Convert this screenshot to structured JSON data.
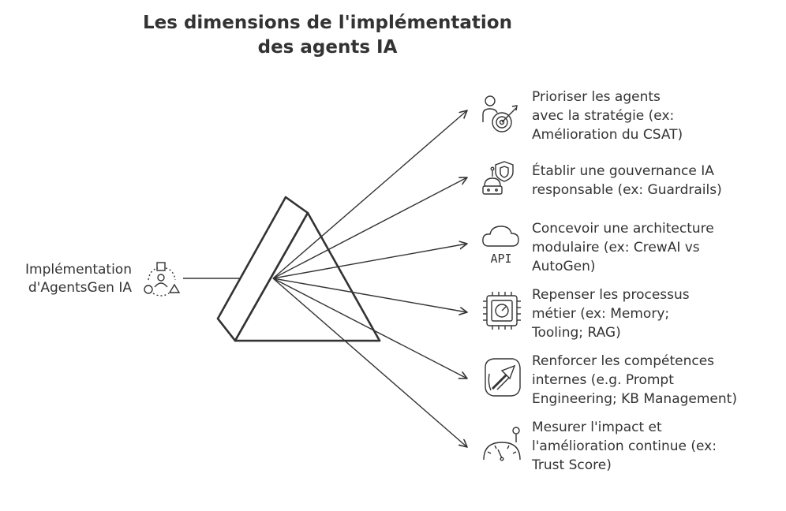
{
  "title": {
    "line1": "Les dimensions de l'implémentation",
    "line2": "des agents IA"
  },
  "source": {
    "line1": "Implémentation",
    "line2": "d'AgentsGen  IA",
    "icon": "shapes-people-icon"
  },
  "outputs": [
    {
      "icon": "person-target-icon",
      "lines": [
        "Prioriser les agents",
        "avec la stratégie (ex:",
        "Amélioration du CSAT)"
      ]
    },
    {
      "icon": "shield-robot-icon",
      "lines": [
        "Établir une gouvernance IA",
        "responsable (ex: Guardrails)"
      ]
    },
    {
      "icon": "cloud-api-icon",
      "icon_text": "API",
      "lines": [
        "Concevoir une architecture",
        "modulaire (ex: CrewAI vs",
        "AutoGen)"
      ]
    },
    {
      "icon": "chip-gauge-icon",
      "lines": [
        "Repenser les processus",
        "métier (ex: Memory;",
        "Tooling;  RAG)"
      ]
    },
    {
      "icon": "arrow-up-right-box-icon",
      "lines": [
        "Renforcer les compétences",
        "internes (e.g. Prompt",
        "Engineering; KB  Management)"
      ]
    },
    {
      "icon": "speedometer-icon",
      "lines": [
        "Mesurer l'impact et",
        "l'amélioration continue (ex:",
        "Trust Score)"
      ]
    }
  ]
}
